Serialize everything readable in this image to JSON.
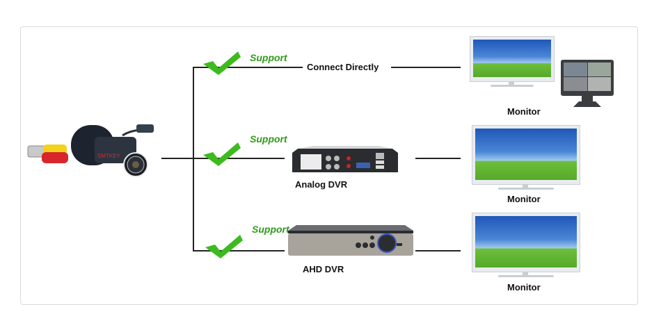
{
  "diagram": {
    "source_device": {
      "name": "camera",
      "watermark": "SMTKEY"
    },
    "branches": [
      {
        "support_label": "Support",
        "connection_label": "Connect Directly",
        "destination_label": "Monitor"
      },
      {
        "support_label": "Support",
        "device_label": "Analog DVR",
        "destination_label": "Monitor"
      },
      {
        "support_label": "Support",
        "device_label": "AHD DVR",
        "destination_label": "Monitor"
      }
    ],
    "colors": {
      "support_green": "#2f9b1a",
      "check_green": "#3dbb1e",
      "line": "#222222",
      "border": "#d9d9d9"
    }
  }
}
